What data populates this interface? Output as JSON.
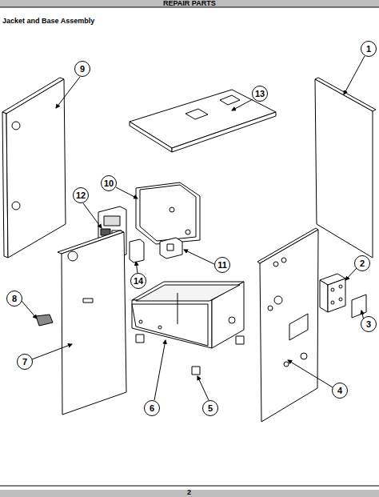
{
  "diagram": {
    "title": "REPAIR PARTS",
    "nodes": [
      {
        "text": [
          "1"
        ]
      },
      {
        "text": [
          "9"
        ]
      },
      {
        "text": [
          "13"
        ]
      },
      {
        "text": [
          "10"
        ]
      },
      {
        "text": [
          "12"
        ]
      },
      {
        "text": [
          "2"
        ]
      },
      {
        "text": [
          "11"
        ]
      },
      {
        "text": [
          "8"
        ]
      },
      {
        "text": [
          "14"
        ]
      },
      {
        "text": [
          "3"
        ]
      },
      {
        "text": [
          "7"
        ]
      },
      {
        "text": [
          "4"
        ]
      },
      {
        "text": [
          "6"
        ]
      },
      {
        "text": [
          "5"
        ]
      }
    ],
    "labels": [
      "Jacket and Base Assembly",
      "2"
    ]
  }
}
